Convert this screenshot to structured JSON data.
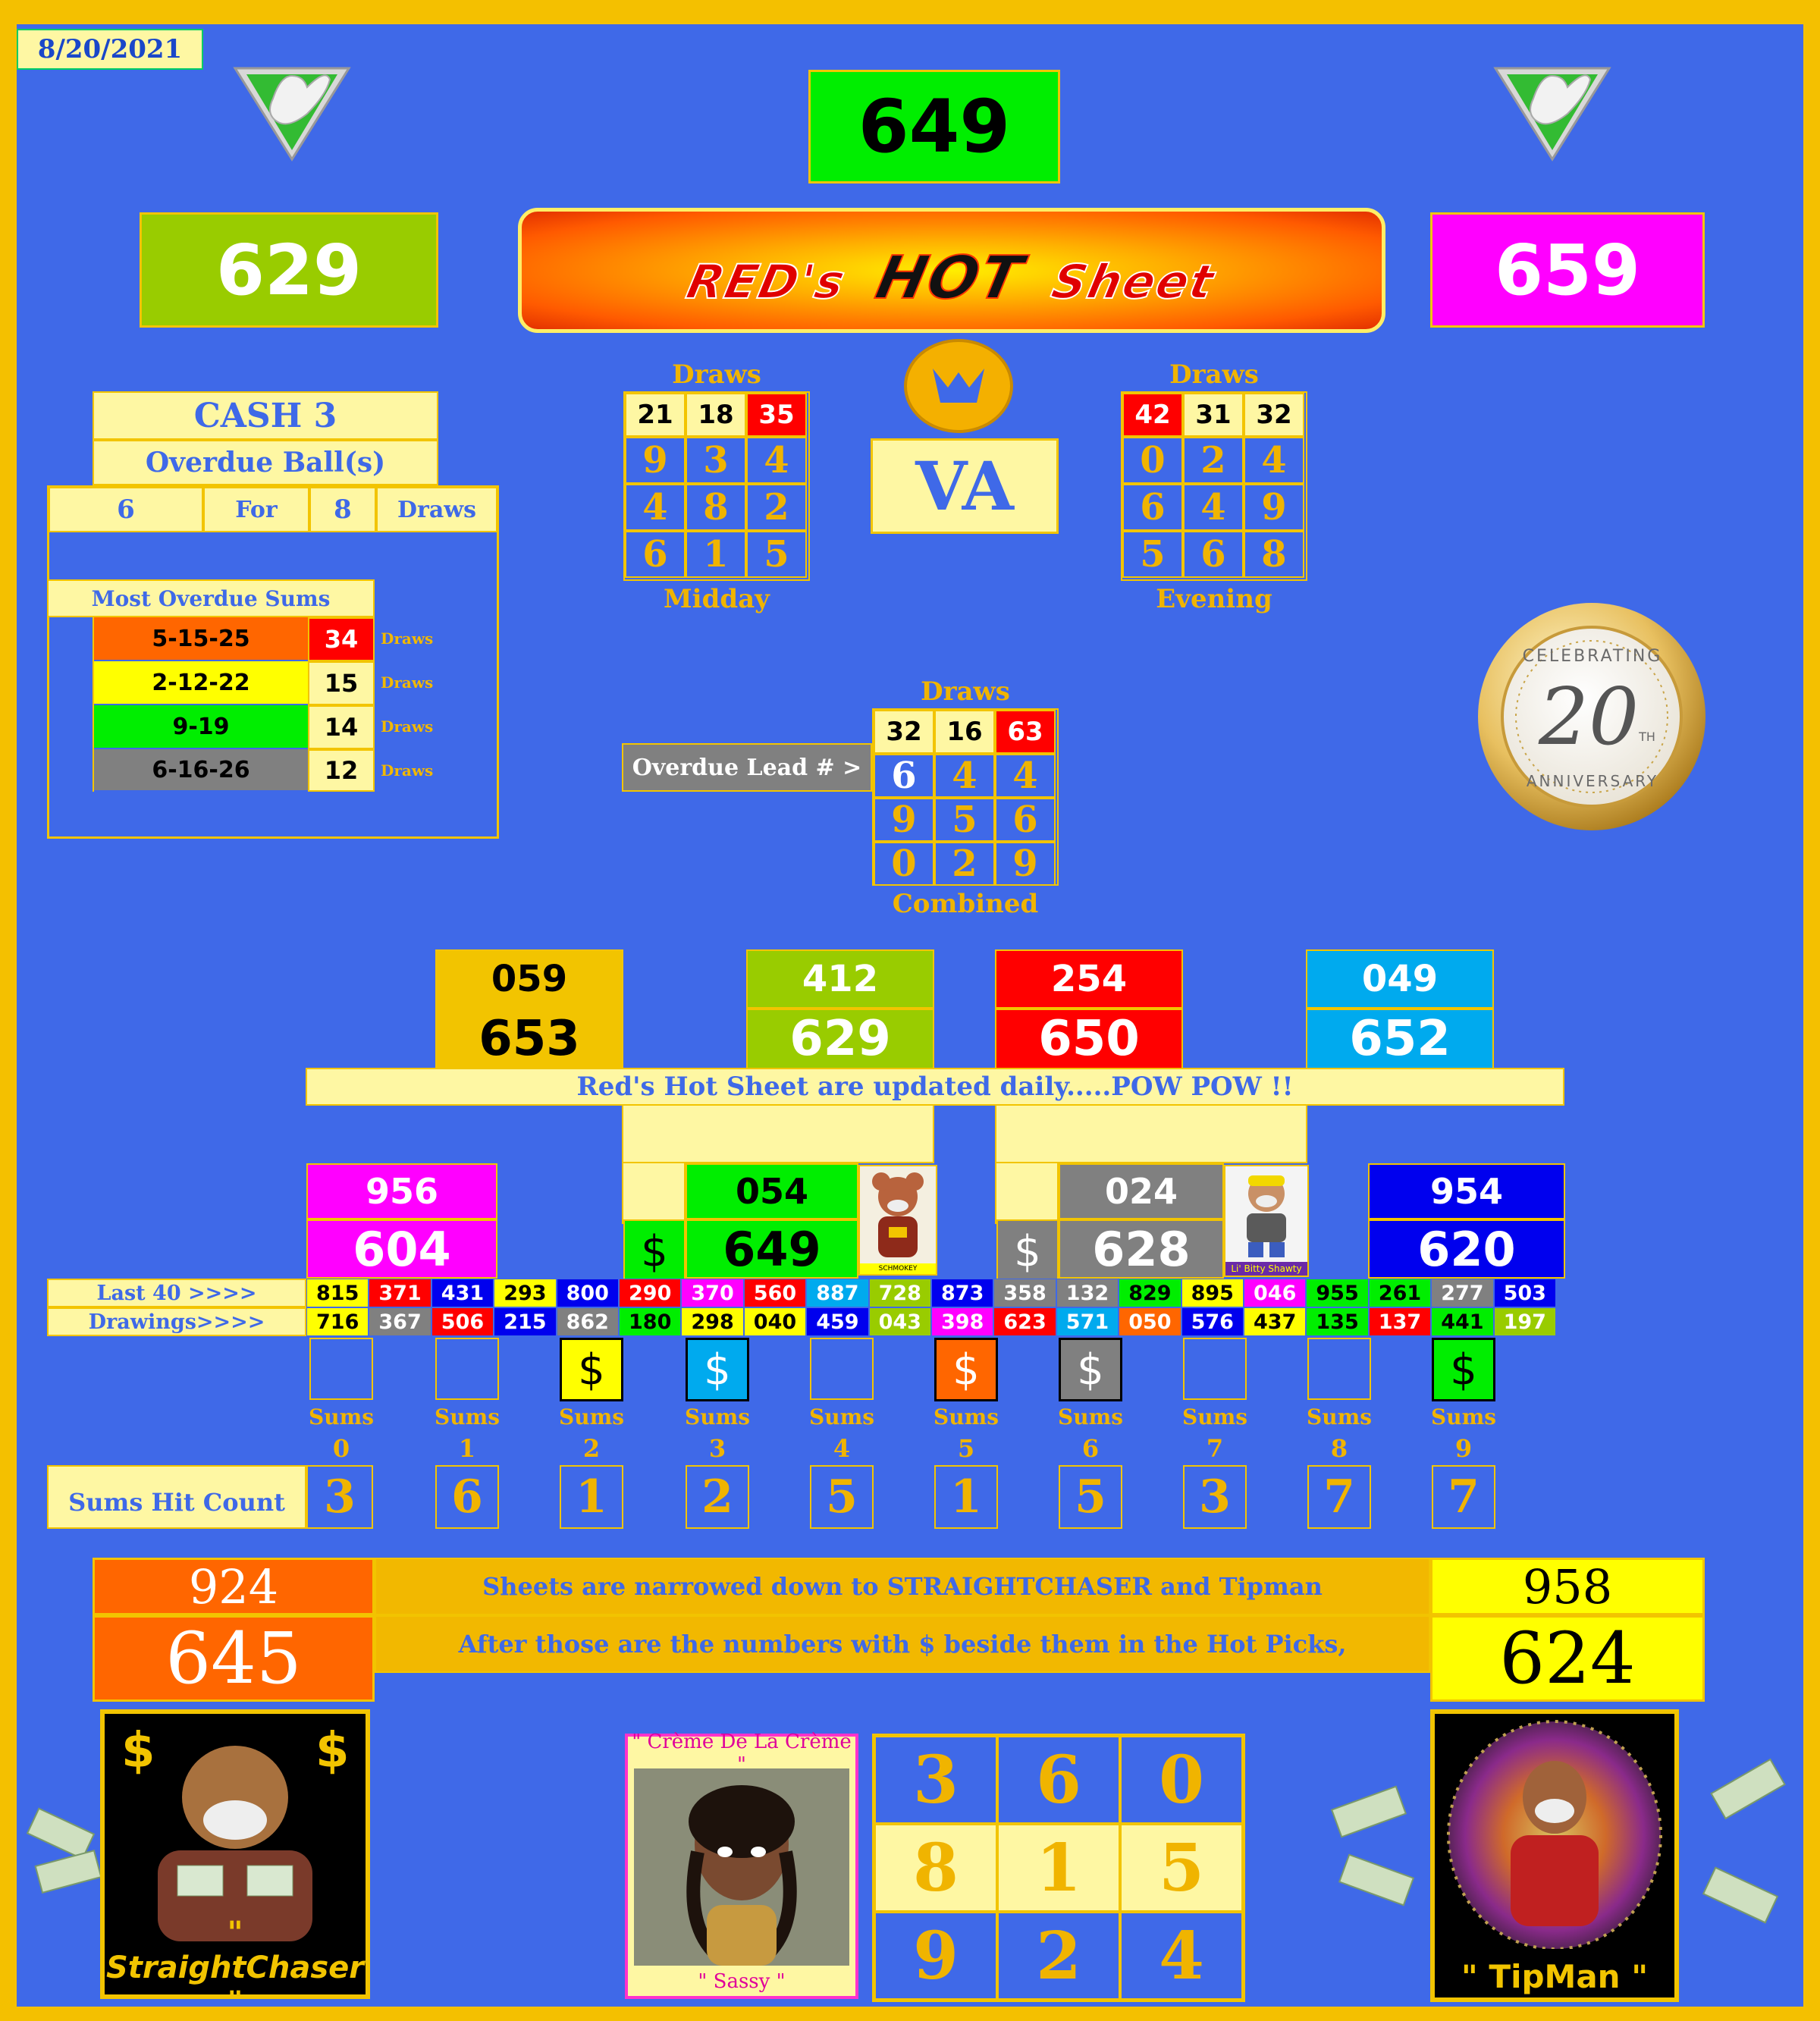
{
  "date": "8/20/2021",
  "top_number": "649",
  "left_number": "629",
  "right_number": "659",
  "banner": {
    "red": "RED's",
    "hot": "HOT",
    "sheet": "Sheet"
  },
  "state": "VA",
  "cash3": {
    "title": "CASH 3",
    "overdue_label": "Overdue Ball(s)",
    "ball": "6",
    "for_label": "For",
    "draws_value": "8",
    "draws_label": "Draws"
  },
  "most_overdue": {
    "title": "Most Overdue Sums",
    "draws_suffix": "Draws",
    "rows": [
      {
        "sums": "5-15-25",
        "count": "34",
        "color": "#ff6600",
        "count_bg": "#ff0000",
        "count_color": "#ffffff"
      },
      {
        "sums": "2-12-22",
        "count": "15",
        "color": "#ffff00",
        "count_bg": "#fef7a3",
        "count_color": "#000000"
      },
      {
        "sums": "9-19",
        "count": "14",
        "color": "#00ee00",
        "count_bg": "#fef7a3",
        "count_color": "#000000"
      },
      {
        "sums": "6-16-26",
        "count": "12",
        "color": "#808080",
        "count_bg": "#fef7a3",
        "count_color": "#000000"
      }
    ]
  },
  "midday": {
    "header": "Draws",
    "footer": "Midday",
    "draws": [
      "21",
      "18",
      "35"
    ],
    "grid": [
      "9",
      "3",
      "4",
      "4",
      "8",
      "2",
      "6",
      "1",
      "5"
    ]
  },
  "evening": {
    "header": "Draws",
    "footer": "Evening",
    "draws": [
      "42",
      "31",
      "32"
    ],
    "grid": [
      "0",
      "2",
      "4",
      "6",
      "4",
      "9",
      "5",
      "6",
      "8"
    ]
  },
  "combined": {
    "header": "Draws",
    "footer": "Combined",
    "lead_label": "Overdue Lead # >",
    "draws": [
      "32",
      "16",
      "63"
    ],
    "grid": [
      "6",
      "4",
      "4",
      "9",
      "5",
      "6",
      "0",
      "2",
      "9"
    ]
  },
  "anniversary": {
    "top": "CELEBRATING",
    "number": "20",
    "suffix": "TH",
    "bottom": "ANNIVERSARY"
  },
  "picks_top": [
    {
      "small": "059",
      "big": "653",
      "bg": "#f2c400",
      "color": "#000000"
    },
    {
      "small": "412",
      "big": "629",
      "bg": "#99cc00",
      "color": "#ffffff"
    },
    {
      "small": "254",
      "big": "650",
      "bg": "#ff0000",
      "color": "#ffffff"
    },
    {
      "small": "049",
      "big": "652",
      "bg": "#00aaee",
      "color": "#ffffff"
    }
  ],
  "update_text": "Red's Hot Sheet are updated daily.....POW POW !!",
  "picks_mid": [
    {
      "small": "956",
      "big": "604",
      "bg": "#ff00ff",
      "color": "#ffffff"
    },
    {
      "small": "054",
      "big": "649",
      "bg": "#00ee00",
      "color": "#000000"
    },
    {
      "small": "024",
      "big": "628",
      "bg": "#808080",
      "color": "#ffffff"
    },
    {
      "small": "954",
      "big": "620",
      "bg": "#0000ee",
      "color": "#ffffff"
    }
  ],
  "mascot_labels": {
    "schmokey": "SCHMOKEY",
    "shawty": "Li' Bitty Shawty"
  },
  "last40": {
    "label1": "Last 40 >>>>",
    "label2": "Drawings>>>>",
    "row1": [
      {
        "v": "815",
        "bg": "#ffff00",
        "c": "#000000"
      },
      {
        "v": "371",
        "bg": "#ff0000",
        "c": "#ffffff"
      },
      {
        "v": "431",
        "bg": "#0000ee",
        "c": "#ffffff"
      },
      {
        "v": "293",
        "bg": "#ffff00",
        "c": "#000000"
      },
      {
        "v": "800",
        "bg": "#0000ee",
        "c": "#ffffff"
      },
      {
        "v": "290",
        "bg": "#ff0000",
        "c": "#ffffff"
      },
      {
        "v": "370",
        "bg": "#ff00ff",
        "c": "#ffffff"
      },
      {
        "v": "560",
        "bg": "#ff0000",
        "c": "#ffffff"
      },
      {
        "v": "887",
        "bg": "#00aaee",
        "c": "#ffffff"
      },
      {
        "v": "728",
        "bg": "#99cc00",
        "c": "#ffffff"
      },
      {
        "v": "873",
        "bg": "#0000ee",
        "c": "#ffffff"
      },
      {
        "v": "358",
        "bg": "#808080",
        "c": "#ffffff"
      },
      {
        "v": "132",
        "bg": "#808080",
        "c": "#ffffff"
      },
      {
        "v": "829",
        "bg": "#00ee00",
        "c": "#000000"
      },
      {
        "v": "895",
        "bg": "#ffff00",
        "c": "#000000"
      },
      {
        "v": "046",
        "bg": "#ff00ff",
        "c": "#ffffff"
      },
      {
        "v": "955",
        "bg": "#00ee00",
        "c": "#000000"
      },
      {
        "v": "261",
        "bg": "#00ee00",
        "c": "#000000"
      },
      {
        "v": "277",
        "bg": "#808080",
        "c": "#ffffff"
      },
      {
        "v": "503",
        "bg": "#0000ee",
        "c": "#ffffff"
      }
    ],
    "row2": [
      {
        "v": "716",
        "bg": "#ffff00",
        "c": "#000000"
      },
      {
        "v": "367",
        "bg": "#808080",
        "c": "#ffffff"
      },
      {
        "v": "506",
        "bg": "#ff0000",
        "c": "#ffffff"
      },
      {
        "v": "215",
        "bg": "#0000ee",
        "c": "#ffffff"
      },
      {
        "v": "862",
        "bg": "#808080",
        "c": "#ffffff"
      },
      {
        "v": "180",
        "bg": "#00ee00",
        "c": "#000000"
      },
      {
        "v": "298",
        "bg": "#ffff00",
        "c": "#000000"
      },
      {
        "v": "040",
        "bg": "#ffff00",
        "c": "#000000"
      },
      {
        "v": "459",
        "bg": "#0000ee",
        "c": "#ffffff"
      },
      {
        "v": "043",
        "bg": "#99cc00",
        "c": "#ffffff"
      },
      {
        "v": "398",
        "bg": "#ff00ff",
        "c": "#ffffff"
      },
      {
        "v": "623",
        "bg": "#ff0000",
        "c": "#ffffff"
      },
      {
        "v": "571",
        "bg": "#00aaee",
        "c": "#ffffff"
      },
      {
        "v": "050",
        "bg": "#ff6600",
        "c": "#ffffff"
      },
      {
        "v": "576",
        "bg": "#0000ee",
        "c": "#ffffff"
      },
      {
        "v": "437",
        "bg": "#ffff00",
        "c": "#000000"
      },
      {
        "v": "135",
        "bg": "#00ee00",
        "c": "#000000"
      },
      {
        "v": "137",
        "bg": "#ff0000",
        "c": "#ffffff"
      },
      {
        "v": "441",
        "bg": "#00ee00",
        "c": "#000000"
      },
      {
        "v": "197",
        "bg": "#99cc00",
        "c": "#ffffff"
      }
    ]
  },
  "sums_label": "Sums",
  "sums_digits": [
    "0",
    "1",
    "2",
    "3",
    "4",
    "5",
    "6",
    "7",
    "8",
    "9"
  ],
  "sums_hit_label": "Sums Hit Count",
  "sums_hit": [
    "3",
    "6",
    "1",
    "2",
    "5",
    "1",
    "5",
    "3",
    "7",
    "7"
  ],
  "bottom_left": {
    "small": "924",
    "big": "645",
    "bg": "#ff6600"
  },
  "bottom_right": {
    "small": "958",
    "big": "624",
    "bg": "#ffff00"
  },
  "narrow_text1": "Sheets are narrowed down to STRAIGHTCHASER and Tipman",
  "narrow_text2": "After those are the numbers with $ beside them in the Hot Picks,",
  "straightchaser_label": "\" StraightChaser \"",
  "tipman_label": "\" TipMan \"",
  "creme_label": "\" Crème De La Crème \"",
  "sassy_label": "\" Sassy \"",
  "bottom_grid": [
    "3",
    "6",
    "0",
    "8",
    "1",
    "5",
    "9",
    "2",
    "4"
  ],
  "dollar": "$"
}
